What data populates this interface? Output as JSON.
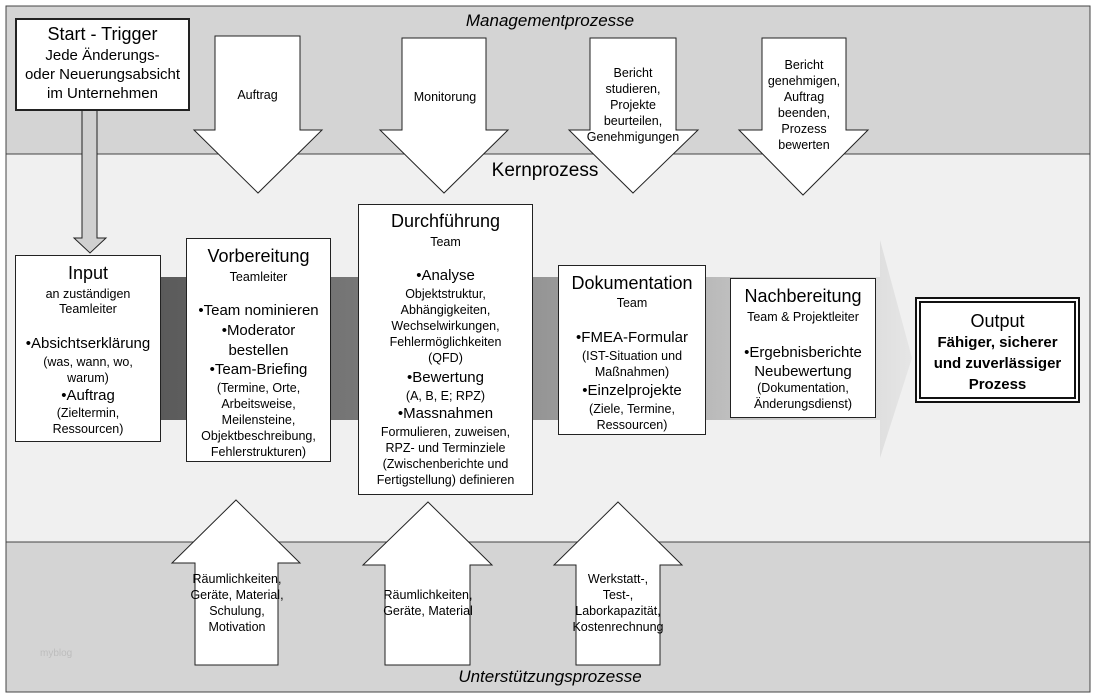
{
  "bands": {
    "top": "Managementprozesse",
    "middle": "Kernprozess",
    "bottom": "Unterstützungsprozesse"
  },
  "trigger": {
    "title": "Start - Trigger",
    "lines": [
      "Jede Änderungs-",
      "oder Neuerungsabsicht",
      "im Unternehmen"
    ]
  },
  "top_arrows": [
    {
      "lines": [
        "Auftrag"
      ]
    },
    {
      "lines": [
        "Monitorung"
      ]
    },
    {
      "lines": [
        "Bericht",
        "studieren,",
        "Projekte",
        "beurteilen,",
        "Genehmigungen"
      ]
    },
    {
      "lines": [
        "Bericht",
        "genehmigen,",
        "Auftrag",
        "beenden,",
        "Prozess",
        "bewerten"
      ]
    }
  ],
  "boxes": {
    "input": {
      "title": "Input",
      "sub": [
        "an zuständigen",
        "Teamleiter"
      ],
      "items": [
        {
          "head": "•Absichtserklärung",
          "detail": [
            "(was, wann, wo,",
            "warum)"
          ]
        },
        {
          "head": "•Auftrag",
          "detail": [
            "(Zieltermin,",
            "Ressourcen)"
          ]
        }
      ]
    },
    "vorbereitung": {
      "title": "Vorbereitung",
      "sub": "Teamleiter",
      "items": [
        {
          "head": [
            "•Team nominieren"
          ],
          "detail": []
        },
        {
          "head": [
            "•Moderator",
            "bestellen"
          ],
          "detail": []
        },
        {
          "head": [
            "•Team-Briefing"
          ],
          "detail": [
            "(Termine, Orte,",
            "Arbeitsweise,",
            "Meilensteine,",
            "Objektbeschreibung,",
            "Fehlerstrukturen)"
          ]
        }
      ]
    },
    "durchfuehrung": {
      "title": "Durchführung",
      "sub": "Team",
      "items": [
        {
          "head": "•Analyse",
          "detail": [
            "Objektstruktur,",
            "Abhängigkeiten,",
            "Wechselwirkungen,",
            "Fehlermöglichkeiten",
            "(QFD)"
          ]
        },
        {
          "head": "•Bewertung",
          "detail": [
            "(A, B, E; RPZ)"
          ]
        },
        {
          "head": "•Massnahmen",
          "detail": [
            "Formulieren, zuweisen,",
            "RPZ- und Terminziele",
            "(Zwischenberichte und",
            "Fertigstellung) definieren"
          ]
        }
      ]
    },
    "dokumentation": {
      "title": "Dokumentation",
      "sub": "Team",
      "items": [
        {
          "head": "•FMEA-Formular",
          "detail": [
            "(IST-Situation und",
            "Maßnahmen)"
          ]
        },
        {
          "head": "•Einzelprojekte",
          "detail": [
            "(Ziele, Termine,",
            "Ressourcen)"
          ]
        }
      ]
    },
    "nachbereitung": {
      "title": "Nachbereitung",
      "sub": "Team & Projektleiter",
      "items": [
        {
          "head": [
            "•Ergebnisberichte",
            "Neubewertung"
          ],
          "detail": [
            "(Dokumentation,",
            "Änderungsdienst)"
          ]
        }
      ]
    },
    "output": {
      "title": "Output",
      "lines": [
        "Fähiger, sicherer",
        "und zuverlässiger",
        "Prozess"
      ]
    }
  },
  "bottom_arrows": [
    {
      "lines": [
        "Räumlichkeiten,",
        "Geräte, Material,",
        "Schulung,",
        "Motivation"
      ]
    },
    {
      "lines": [
        "Räumlichkeiten,",
        "Geräte, Material"
      ]
    },
    {
      "lines": [
        "Werkstatt-,",
        "Test-,",
        "Laborkapazität,",
        "Kostenrechnung"
      ]
    }
  ],
  "watermark": "myblog",
  "colors": {
    "band_top": "#d4d4d4",
    "band_middle": "#f0f0f0",
    "band_bottom": "#d4d4d4",
    "arrow_fill": "#ffffff",
    "flow_dark": "#6e6e6e",
    "flow_light": "#dcdcdc"
  }
}
